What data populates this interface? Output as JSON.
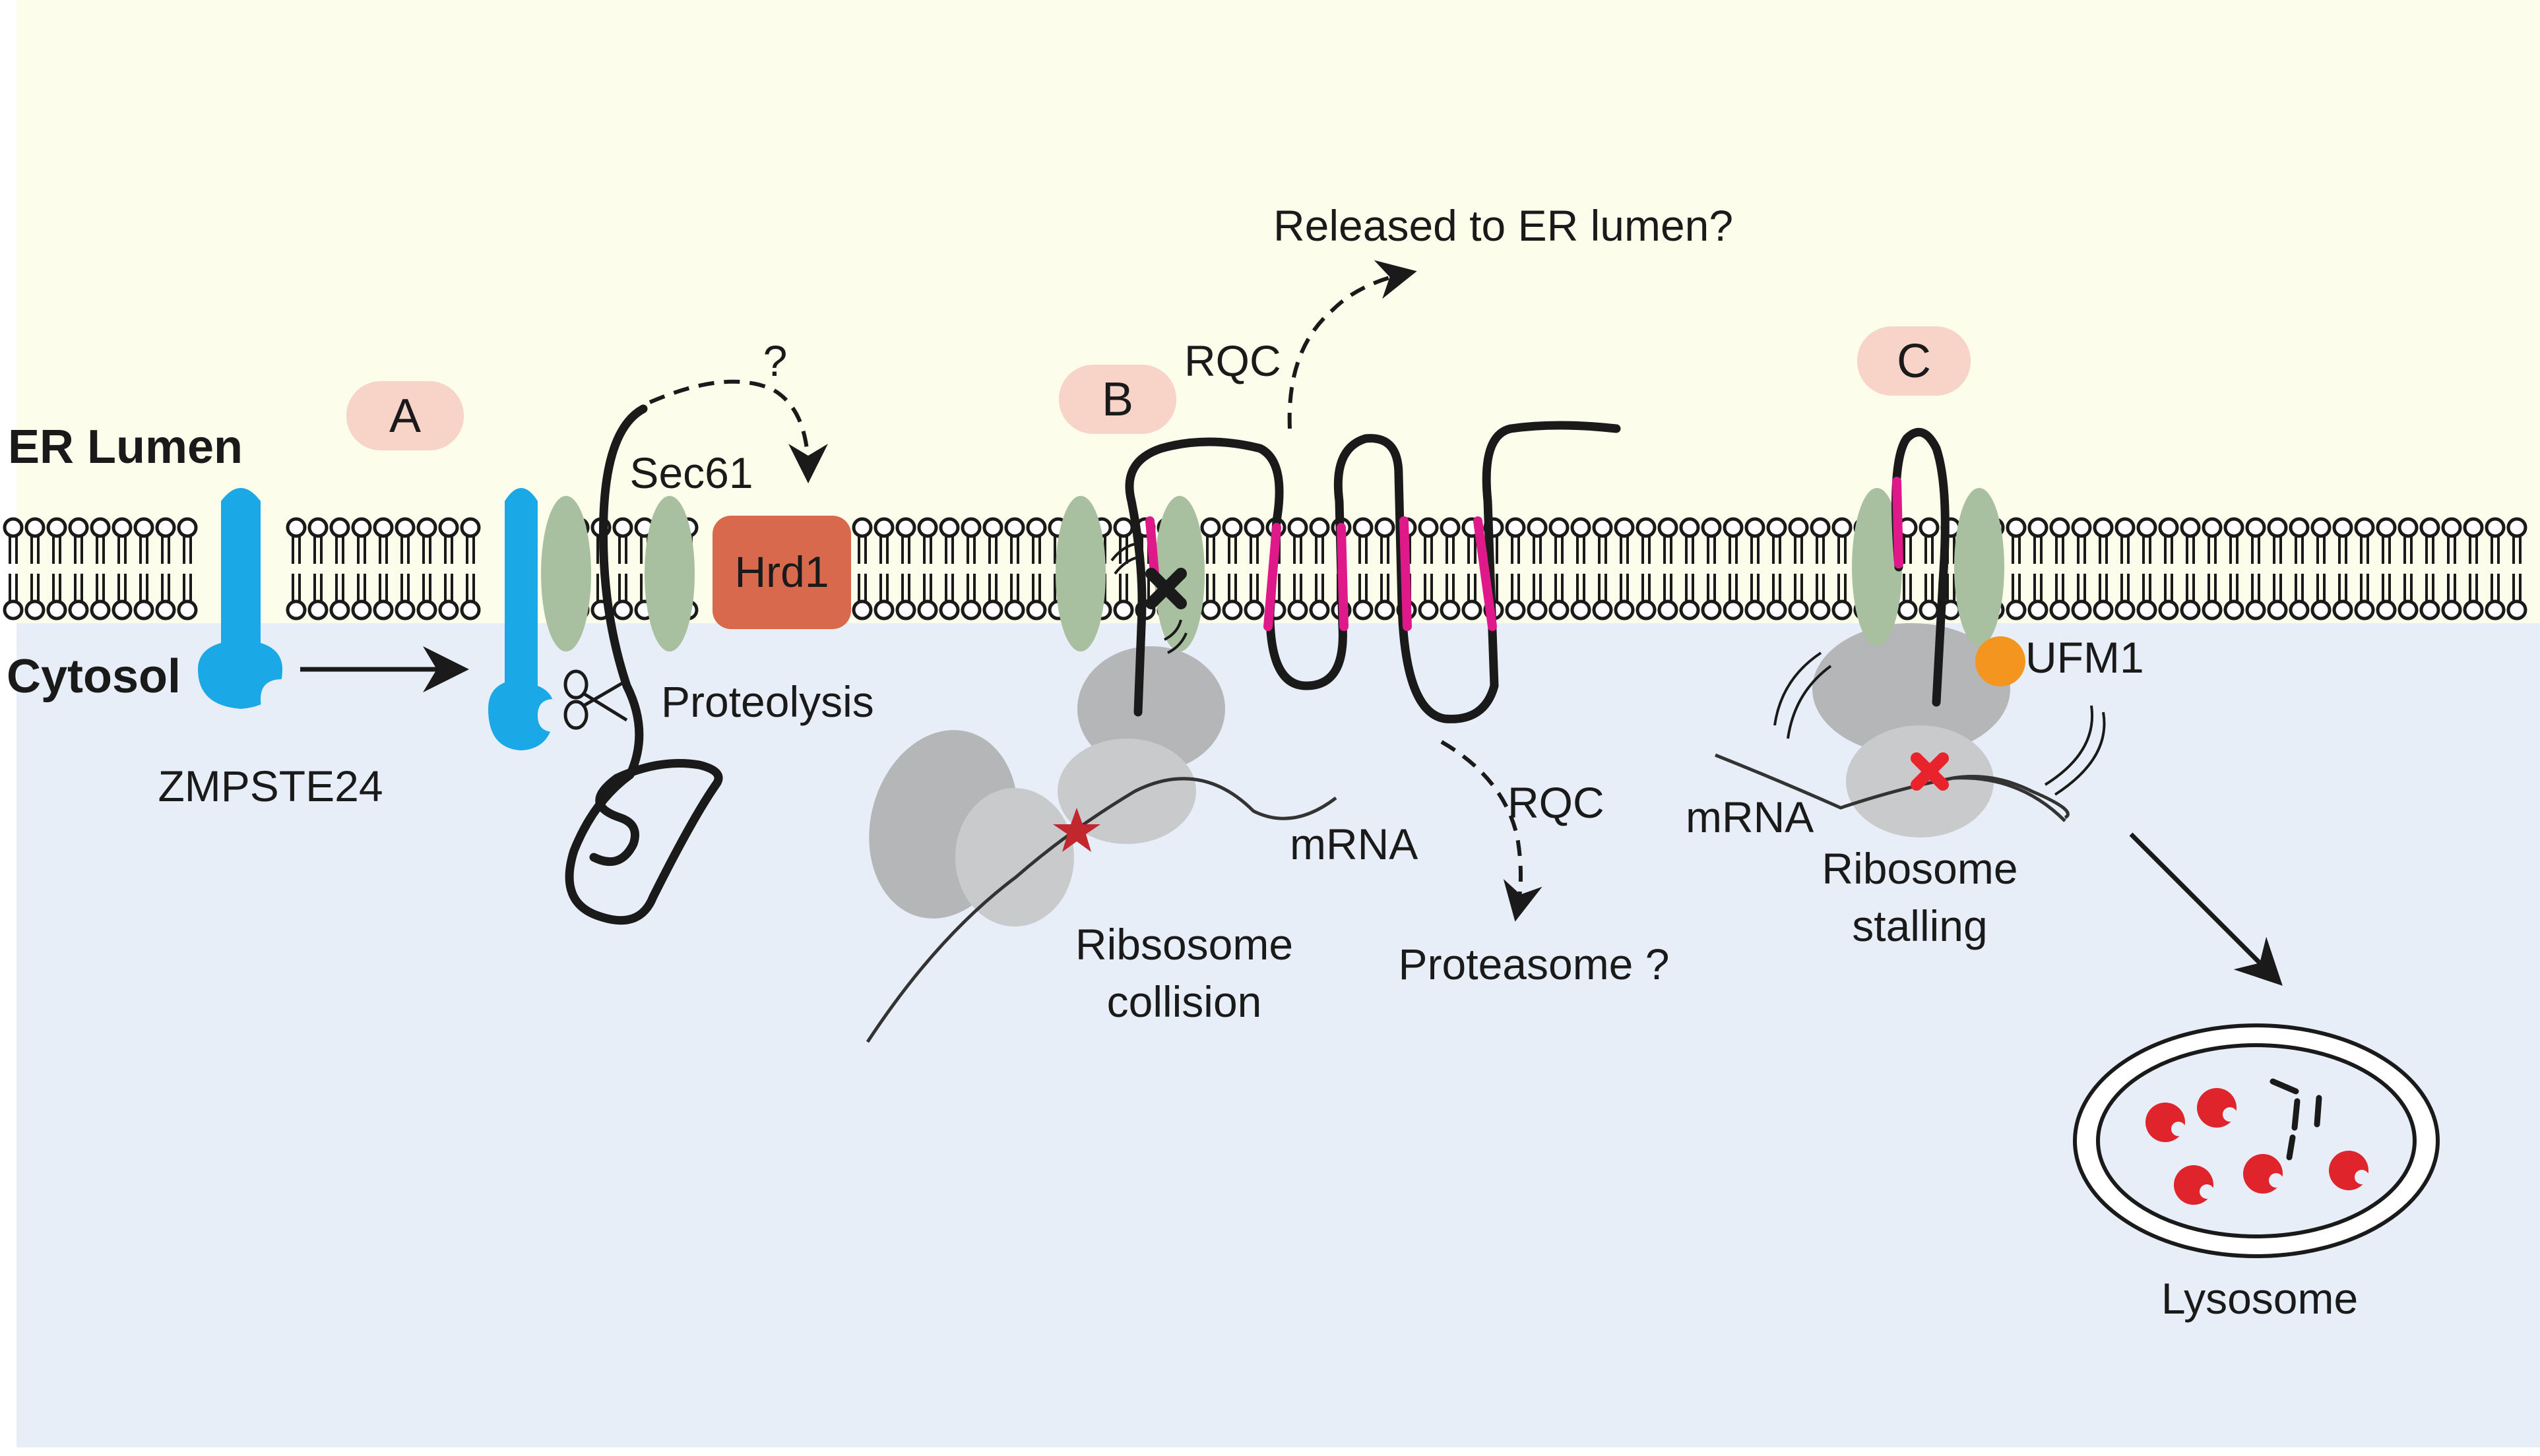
{
  "labels": {
    "er_lumen": "ER Lumen",
    "cytosol": "Cytosol",
    "zmpste24": "ZMPSTE24",
    "sec61": "Sec61",
    "hrd1": "Hrd1",
    "proteolysis": "Proteolysis",
    "question_mark": "?",
    "rqc_upper": "RQC",
    "released": "Released to ER lumen?",
    "rqc_lower": "RQC",
    "proteasome": "Proteasome ?",
    "mrna_b": "mRNA",
    "collision_line1": "Ribsosome",
    "collision_line2": "collision",
    "mrna_c": "mRNA",
    "ufm1": "UFM1",
    "stalling_line1": "Ribosome",
    "stalling_line2": "stalling",
    "lysosome": "Lysosome"
  },
  "badges": {
    "a": "A",
    "b": "B",
    "c": "C"
  },
  "colors": {
    "er_lumen_bg": "#fdfdec",
    "cytosol_bg": "#e7eef7",
    "zmpste24": "#1aa9e6",
    "sec61": "#a9c0a0",
    "hrd1": "#d9694d",
    "badge": "#f7d3c8",
    "tm_segment": "#e0198a",
    "ribosome_dark": "#b4b6b8",
    "ribosome_light": "#c9cacb",
    "ufm1": "#f3951f",
    "stall_mark": "#e8232c",
    "collision_star": "#c1272d",
    "lysosome_dots": "#e0242b"
  }
}
